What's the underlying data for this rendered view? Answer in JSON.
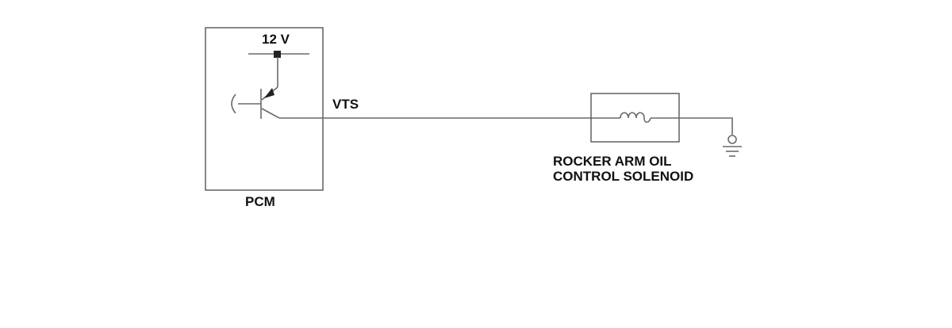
{
  "labels": {
    "supply": "12 V",
    "signal": "VTS",
    "pcm": "PCM",
    "solenoid_line1": "ROCKER ARM OIL",
    "solenoid_line2": "CONTROL SOLENOID"
  },
  "icons": {
    "transistor": "pnp-transistor-icon",
    "coil": "solenoid-coil-icon",
    "ground": "ground-icon",
    "junction": "junction-node-icon"
  },
  "colors": {
    "wire": "#6a6a6a",
    "box": "#555555",
    "text": "#111111"
  }
}
